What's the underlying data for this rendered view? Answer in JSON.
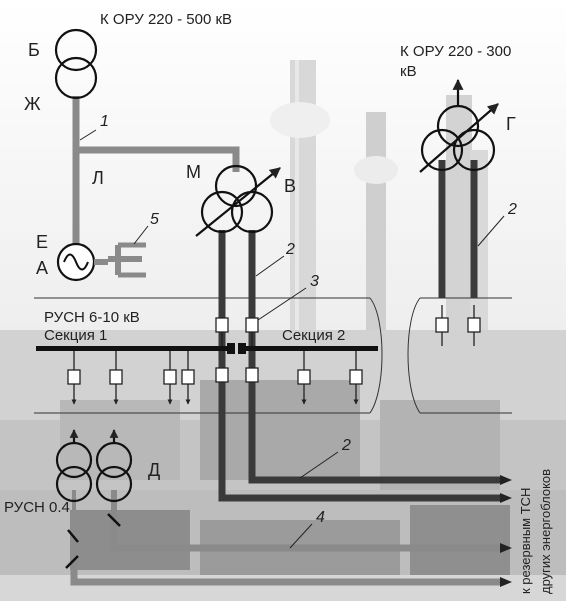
{
  "labels": {
    "top_left": "К ОРУ 220 - 500 кВ",
    "top_right_line1": "К ОРУ 220 - 300",
    "top_right_line2": "кВ",
    "B": "Б",
    "ZH": "Ж",
    "L": "Л",
    "E": "Е",
    "A": "А",
    "M": "М",
    "V": "В",
    "G": "Г",
    "D": "Д",
    "rusn_hv": "РУСН 6-10 кВ",
    "section1": "Секция  1",
    "section2": "Секция  2",
    "rusn_lv": "РУСН 0.4",
    "side_text_1": "к резервным ТСН",
    "side_text_2": "других энергоблоков"
  },
  "numbers": {
    "n1": "1",
    "n2a": "2",
    "n2b": "2",
    "n2c": "2",
    "n3": "3",
    "n4": "4",
    "n5": "5"
  },
  "colors": {
    "background_light": "#e9e9e9",
    "background_mid": "#c9c9c9",
    "background_dark": "#9a9a9a",
    "conductor_light": "#8c8c8c",
    "conductor_dark": "#3c3c3c",
    "busbar": "#111111",
    "text": "#222222"
  }
}
